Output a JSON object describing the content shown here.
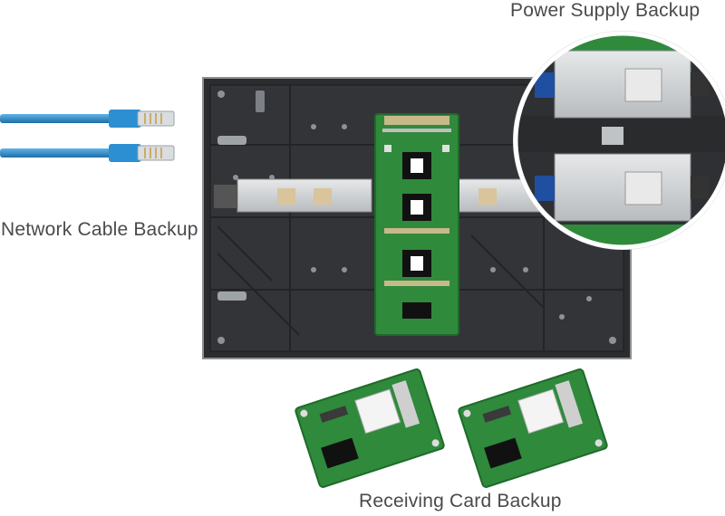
{
  "labels": {
    "power_supply_backup": "Power Supply Backup",
    "network_cable_backup": "Network Cable Backup",
    "receiving_card_backup": "Receiving Card Backup"
  },
  "colors": {
    "cabinet": "#2a2b2d",
    "pcb_green": "#2f8a3c",
    "cable_blue": "#2a86c9",
    "psu_silver": "#c9ccce",
    "text": "#4a4a4a"
  },
  "icons": [
    "network-cable-icon",
    "led-cabinet-image",
    "power-supply-image",
    "receiving-card-image"
  ]
}
